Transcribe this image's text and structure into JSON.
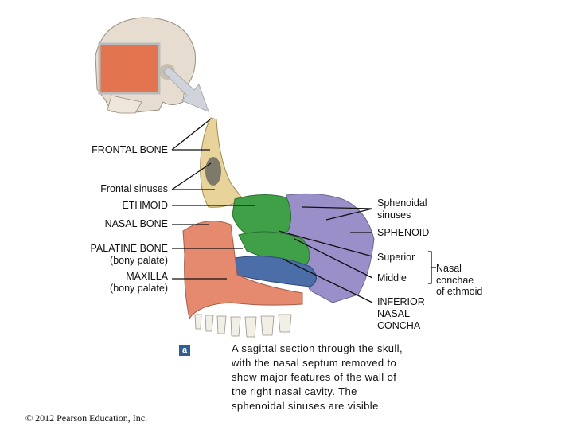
{
  "labels": {
    "frontal_bone": "FRONTAL BONE",
    "frontal_sinuses": "Frontal sinuses",
    "ethmoid": "ETHMOID",
    "nasal_bone": "NASAL BONE",
    "palatine_bone": "PALATINE BONE",
    "palatine_sub": "(bony palate)",
    "maxilla": "MAXILLA",
    "maxilla_sub": "(bony palate)",
    "sphenoidal_line1": "Sphenoidal",
    "sphenoidal_line2": "sinuses",
    "sphenoid": "SPHENOID",
    "superior": "Superior",
    "middle": "Middle",
    "nasal_conchae_line1": "Nasal",
    "nasal_conchae_line2": "conchae",
    "nasal_conchae_line3": "of ethmoid",
    "inferior_line1": "INFERIOR",
    "inferior_line2": "NASAL",
    "inferior_line3": "CONCHA"
  },
  "badge": "a",
  "caption": {
    "line1": "A sagittal section through the skull,",
    "line2": "with the nasal septum removed to",
    "line3": "show major features of the wall of",
    "line4": "the right nasal cavity. The",
    "line5": "sphenoidal sinuses are visible."
  },
  "copyright": "© 2012 Pearson Education, Inc.",
  "colors": {
    "frontal_bone": "#e8d39a",
    "ethmoid": "#3fa048",
    "sphenoid": "#9a8fc9",
    "palatine": "#4b6ea8",
    "maxilla": "#e58a6f",
    "nasal_conchae": "#3fa048",
    "skull": "#e6ddd0",
    "highlight": "#e0623a"
  }
}
